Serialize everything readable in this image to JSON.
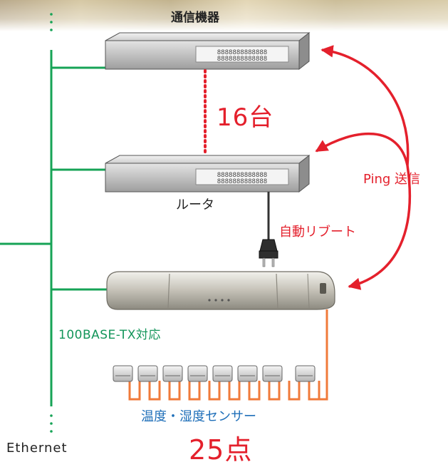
{
  "labels": {
    "title": "通信機器",
    "router": "ルータ",
    "device_count": "16台",
    "ping": "Ping 送信",
    "reboot": "自動リブート",
    "ethernet_compat": "100BASE-TX対応",
    "sensor": "温度・湿度センサー",
    "sensor_count": "25点",
    "ethernet": "Ethernet"
  },
  "colors": {
    "ethernet_line": "#16a356",
    "accent_red": "#e4202c",
    "sensor_cable": "#f07a3a",
    "sensor_label": "#1f6fb9"
  }
}
